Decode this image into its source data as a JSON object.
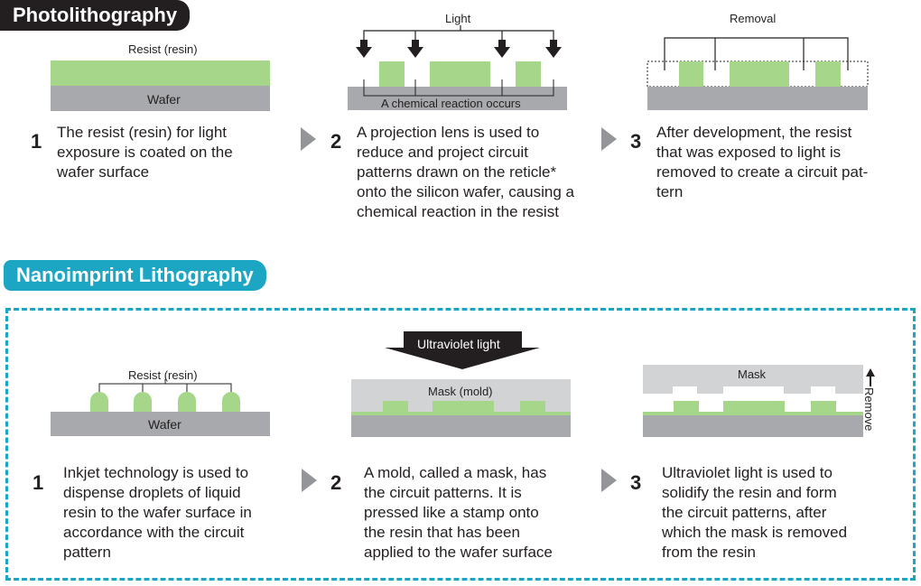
{
  "photolithography": {
    "title": "Photolithography",
    "steps": [
      {
        "number": "1",
        "text": "The resist (resin) for light\nexposure is coated on the\nwafer surface"
      },
      {
        "number": "2",
        "text": "A projection lens is used to\nreduce and project circuit\npatterns drawn on the reticle*\nonto the silicon wafer, causing a\nchemical reaction in the resist"
      },
      {
        "number": "3",
        "text": "After development, the resist\nthat was exposed to light is\nremoved to create a circuit pat-\ntern"
      }
    ],
    "labels": {
      "resist": "Resist (resin)",
      "wafer": "Wafer",
      "light": "Light",
      "reaction": "A chemical reaction occurs",
      "removal": "Removal"
    }
  },
  "nanoimprint": {
    "title": "Nanoimprint Lithography",
    "steps": [
      {
        "number": "1",
        "text": "Inkjet technology is used to\ndispense droplets of liquid\nresin to the wafer surface in\naccordance with the circuit\npattern"
      },
      {
        "number": "2",
        "text": "A mold, called a mask, has\nthe circuit patterns. It is\npressed like a stamp onto\nthe resin that has been\napplied to the wafer surface"
      },
      {
        "number": "3",
        "text": "Ultraviolet light is used to\nsolidify the resin and form\nthe circuit patterns, after\nwhich the mask is removed\nfrom the resin"
      }
    ],
    "labels": {
      "resist": "Resist (resin)",
      "wafer": "Wafer",
      "uv": "Ultraviolet light",
      "mask_mold": "Mask (mold)",
      "mask": "Mask",
      "remove": "Remove"
    }
  },
  "colors": {
    "resin_green": "#a5d68a",
    "wafer_gray": "#a7a9ac",
    "mask_gray": "#d1d3d4",
    "accent_cyan": "#1ca6c4",
    "title_dark": "#231f20"
  }
}
